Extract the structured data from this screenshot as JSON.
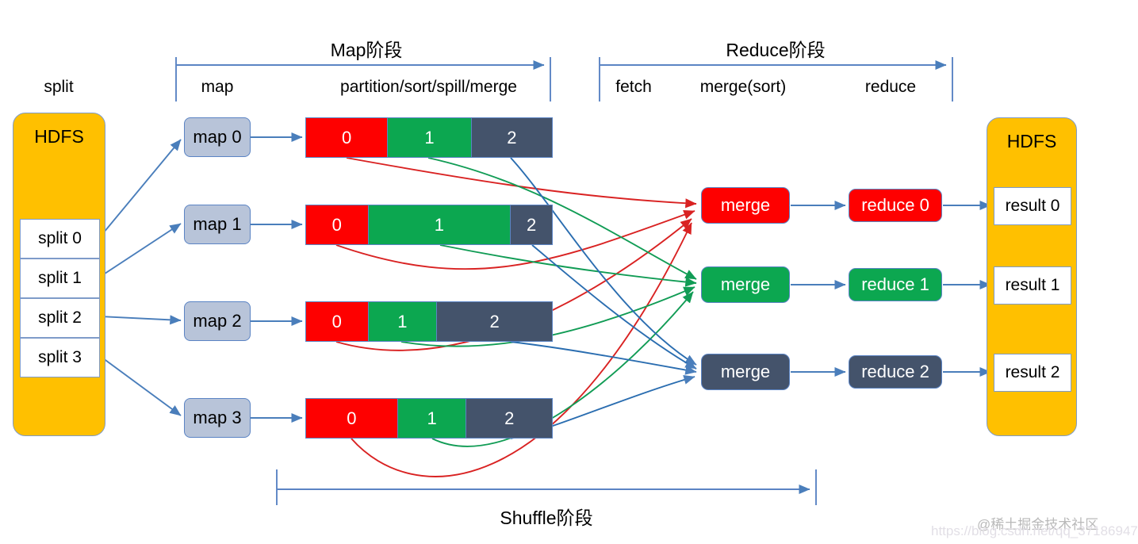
{
  "diagram": {
    "title_map_phase": "Map阶段",
    "title_reduce_phase": "Reduce阶段",
    "title_shuffle_phase": "Shuffle阶段",
    "column_labels": {
      "split": "split",
      "map": "map",
      "partition": "partition/sort/spill/merge",
      "fetch": "fetch",
      "merge_sort": "merge(sort)",
      "reduce": "reduce"
    },
    "input_hdfs": {
      "title": "HDFS",
      "slots": [
        "split 0",
        "split 1",
        "split 2",
        "split 3"
      ]
    },
    "output_hdfs": {
      "title": "HDFS",
      "slots": [
        "result 0",
        "result 1",
        "result 2"
      ]
    },
    "mappers": [
      {
        "label": "map 0",
        "partitions": [
          {
            "label": "0",
            "pct": 33
          },
          {
            "label": "1",
            "pct": 34
          },
          {
            "label": "2",
            "pct": 33
          }
        ]
      },
      {
        "label": "map 1",
        "partitions": [
          {
            "label": "0",
            "pct": 25
          },
          {
            "label": "1",
            "pct": 58
          },
          {
            "label": "2",
            "pct": 17
          }
        ]
      },
      {
        "label": "map 2",
        "partitions": [
          {
            "label": "0",
            "pct": 25
          },
          {
            "label": "1",
            "pct": 28
          },
          {
            "label": "2",
            "pct": 47
          }
        ]
      },
      {
        "label": "map 3",
        "partitions": [
          {
            "label": "0",
            "pct": 37
          },
          {
            "label": "1",
            "pct": 28
          },
          {
            "label": "2",
            "pct": 35
          }
        ]
      }
    ],
    "reducers": [
      {
        "merge_label": "merge",
        "reduce_label": "reduce 0"
      },
      {
        "merge_label": "merge",
        "reduce_label": "reduce 1"
      },
      {
        "merge_label": "merge",
        "reduce_label": "reduce 2"
      }
    ],
    "colors": {
      "partition_0": "#FE0000",
      "partition_1": "#0CA750",
      "partition_2": "#44536B",
      "hdfs": "#FFC000",
      "map_box": "#b8c4d9",
      "connector": "#4a7ebb"
    },
    "watermarks": {
      "brand": "@稀土掘金技术社区",
      "url": "https://blog.csdn.net/qq_37186947"
    }
  }
}
